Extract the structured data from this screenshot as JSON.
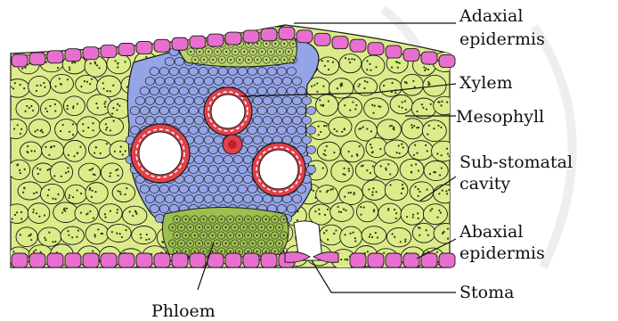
{
  "labels": {
    "adaxial_line1": "Adaxial",
    "adaxial_line2": "epidermis",
    "xylem": "Xylem",
    "mesophyll": "Mesophyll",
    "substomatal_line1": "Sub-stomatal",
    "substomatal_line2": "cavity",
    "abaxial_line1": "Abaxial",
    "abaxial_line2": "epidermis",
    "stoma": "Stoma",
    "phloem": "Phloem"
  },
  "colors": {
    "epidermis": "#e86fcf",
    "mesophyll": "#dcec8a",
    "bundle_sheath": "#b9d36b",
    "vascular": "#94a4e6",
    "xylem_wall": "#e0404a",
    "phloem": "#9dbf4e",
    "outline": "#1a1a1a"
  }
}
